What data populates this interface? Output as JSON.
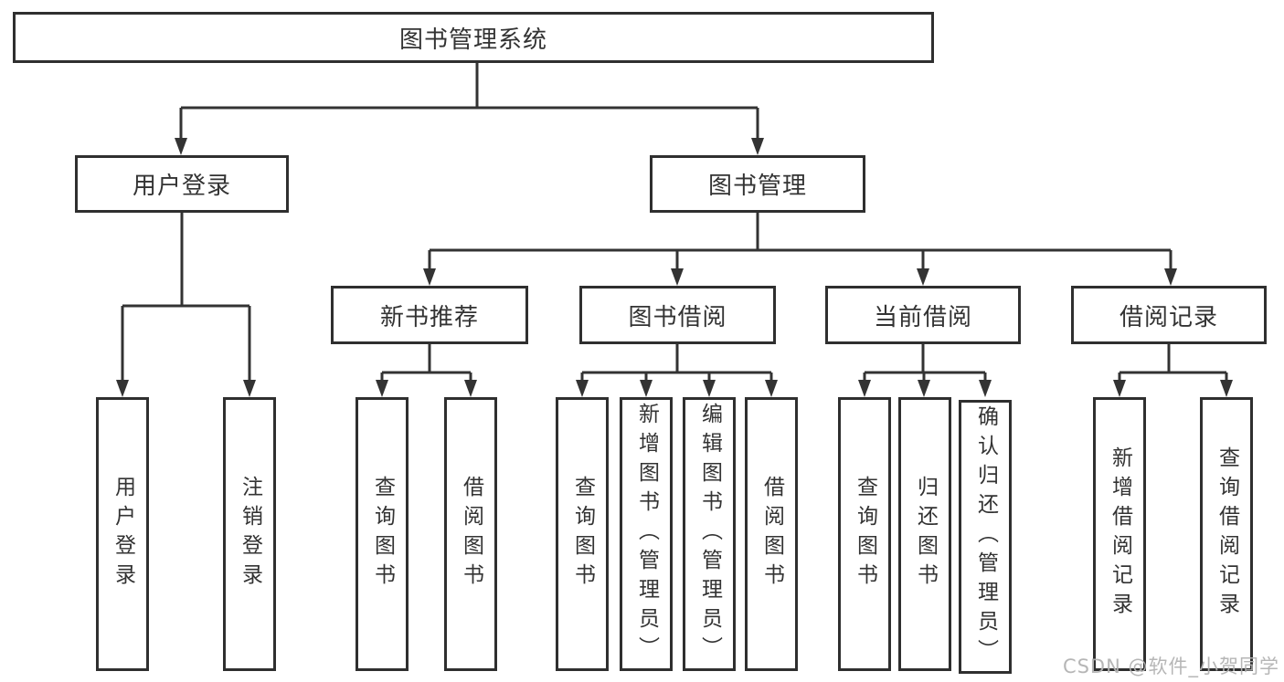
{
  "tree": {
    "label": "图书管理系统",
    "children": [
      {
        "label": "用户登录",
        "children": [
          {
            "label": "用户登录"
          },
          {
            "label": "注销登录"
          }
        ]
      },
      {
        "label": "图书管理",
        "children": [
          {
            "label": "新书推荐",
            "children": [
              {
                "label": "查询图书"
              },
              {
                "label": "借阅图书"
              }
            ]
          },
          {
            "label": "图书借阅",
            "children": [
              {
                "label": "查询图书"
              },
              {
                "label": "新增图书（管理员）"
              },
              {
                "label": "编辑图书（管理员）"
              },
              {
                "label": "借阅图书"
              }
            ]
          },
          {
            "label": "当前借阅",
            "children": [
              {
                "label": "查询图书"
              },
              {
                "label": "归还图书"
              },
              {
                "label": "确认归还（管理员）"
              }
            ]
          },
          {
            "label": "借阅记录",
            "children": [
              {
                "label": "新增借阅记录"
              },
              {
                "label": "查询借阅记录"
              }
            ]
          }
        ]
      }
    ]
  },
  "watermark": {
    "text": "CSDN @软件_小贺同学"
  },
  "colors": {
    "line": "#333333",
    "box_border": "#2f2f2f",
    "text": "#333333",
    "background": "#ffffff",
    "watermark": "#b2b2b2"
  }
}
